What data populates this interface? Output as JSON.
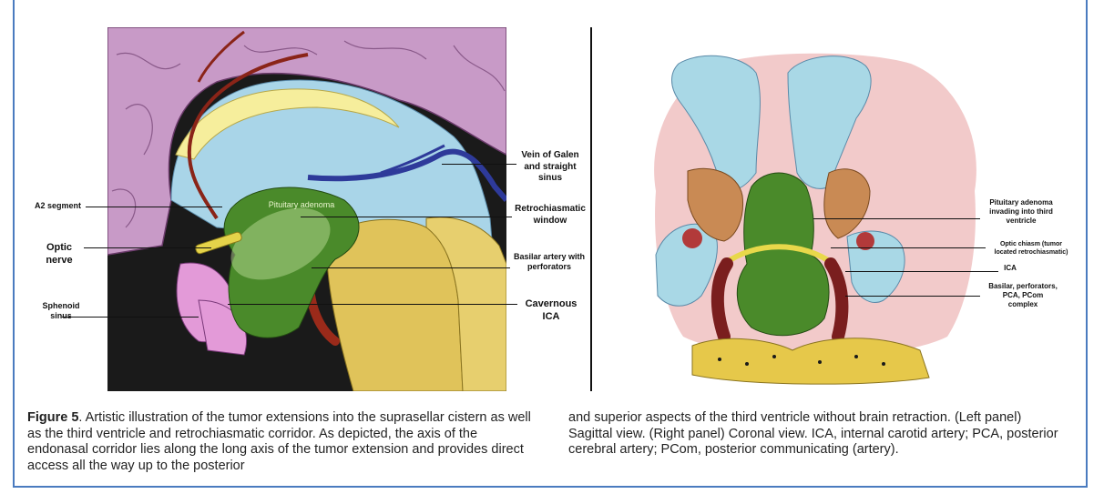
{
  "figure": {
    "left_labels": {
      "a2": "A2 segment",
      "optic": "Optic\nnerve",
      "sphenoid": "Sphenoid\nsinus",
      "vein_galen": "Vein of Galen\nand straight\nsinus",
      "retro": "Retrochiasmatic\nwindow",
      "basilar": "Basilar artery with\nperforators",
      "cavernous": "Cavernous\nICA",
      "inside_adenoma": "Pituitary adenoma"
    },
    "right_labels": {
      "adenoma3v": "Pituitary adenoma\ninvading into third\nventricle",
      "chiasm": "Optic chiasm (tumor\nlocated retrochiasmatic)",
      "ica": "ICA",
      "basilar": "Basilar, perforators,\nPCA, PCom\ncomplex"
    },
    "caption_label": "Figure 5",
    "caption_left": ". Artistic illustration of the tumor extensions into the suprasellar cistern as well as the third ventricle and retrochiasmatic corridor. As depicted, the axis of the endonasal corridor lies along the long axis of the tumor extension and provides direct access all the way up to the posterior",
    "caption_right": "and superior aspects of the third ventricle without brain retraction. (Left panel) Sagittal view. (Right panel) Coronal view. ICA, internal carotid artery; PCA, posterior cerebral artery; PCom, posterior communicating (artery)."
  },
  "colors": {
    "brain": "#c89ac7",
    "ventricle": "#a9d5e8",
    "tumor": "#4a8a2a",
    "bone": "#e0c35a",
    "vessel_red": "#8a2418",
    "vein_blue": "#2e3a9a",
    "carotid": "#7a1e1e",
    "pink_tissue": "#e9b3b3",
    "tan": "#c98a54"
  }
}
